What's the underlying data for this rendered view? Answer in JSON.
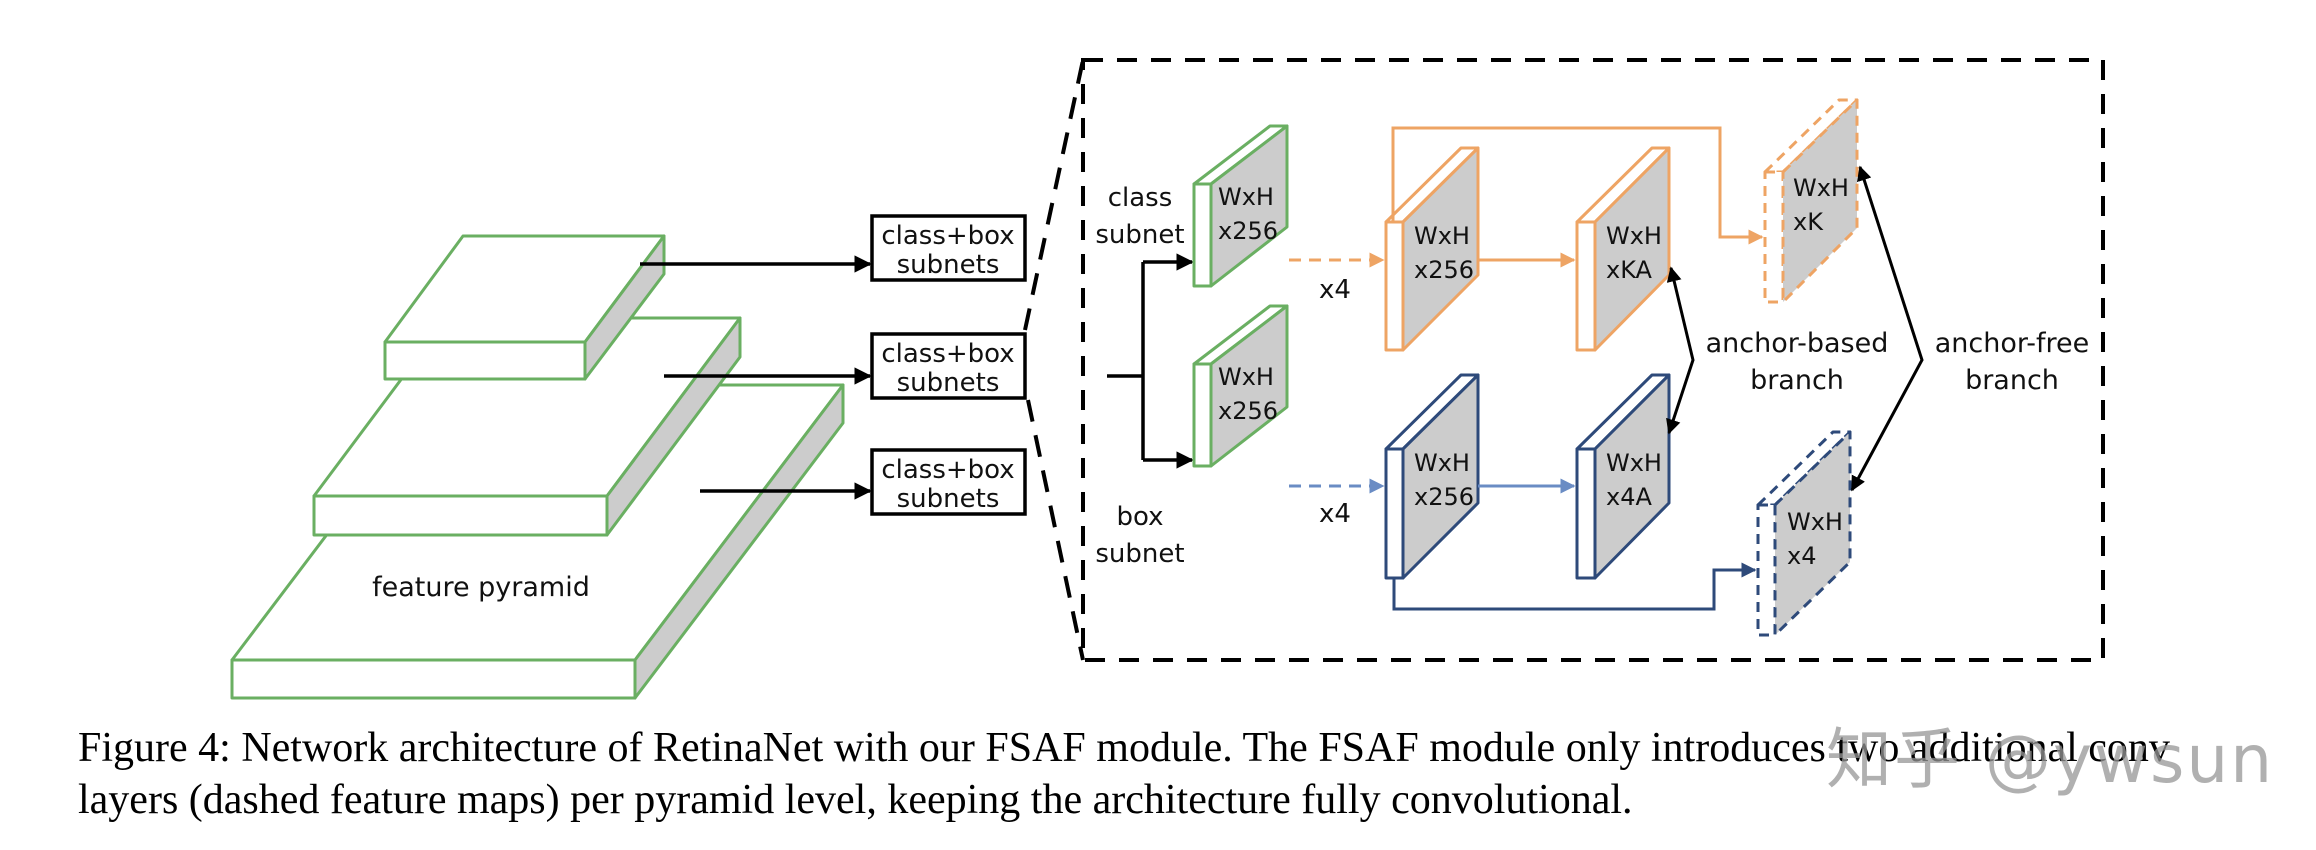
{
  "figure": {
    "feature_pyramid_label": "feature pyramid",
    "subnet_boxes": [
      {
        "line1": "class+box",
        "line2": "subnets"
      },
      {
        "line1": "class+box",
        "line2": "subnets"
      },
      {
        "line1": "class+box",
        "line2": "subnets"
      }
    ],
    "class_subnet_label": {
      "line1": "class",
      "line2": "subnet"
    },
    "box_subnet_label": {
      "line1": "box",
      "line2": "subnet"
    },
    "green_class_block": {
      "line1": "WxH",
      "line2": "x256"
    },
    "green_box_block": {
      "line1": "WxH",
      "line2": "x256"
    },
    "class_repeat_label": "x4",
    "box_repeat_label": "x4",
    "orange_block_1": {
      "line1": "WxH",
      "line2": "x256"
    },
    "orange_block_2": {
      "line1": "WxH",
      "line2": "xKA"
    },
    "orange_anchor_free_block": {
      "line1": "WxH",
      "line2": "xK"
    },
    "blue_block_1": {
      "line1": "WxH",
      "line2": "x256"
    },
    "blue_block_2": {
      "line1": "WxH",
      "line2": "x4A"
    },
    "blue_anchor_free_block": {
      "line1": "WxH",
      "line2": "x4"
    },
    "anchor_based_label": {
      "line1": "anchor-based",
      "line2": "branch"
    },
    "anchor_free_label": {
      "line1": "anchor-free",
      "line2": "branch"
    },
    "colors": {
      "pyramid_green": "#6aaf62",
      "class_orange": "#eea464",
      "box_blue": "#2e4a7a",
      "box_blue_light": "#6a8cc4",
      "face_gray": "#cccccc"
    }
  },
  "caption": {
    "line1": "Figure 4: Network architecture of RetinaNet with our FSAF module. The FSAF module only introduces two additional conv",
    "line2": "layers (dashed feature maps) per pyramid level, keeping the architecture fully convolutional."
  },
  "watermark": "知乎 @ywsun"
}
